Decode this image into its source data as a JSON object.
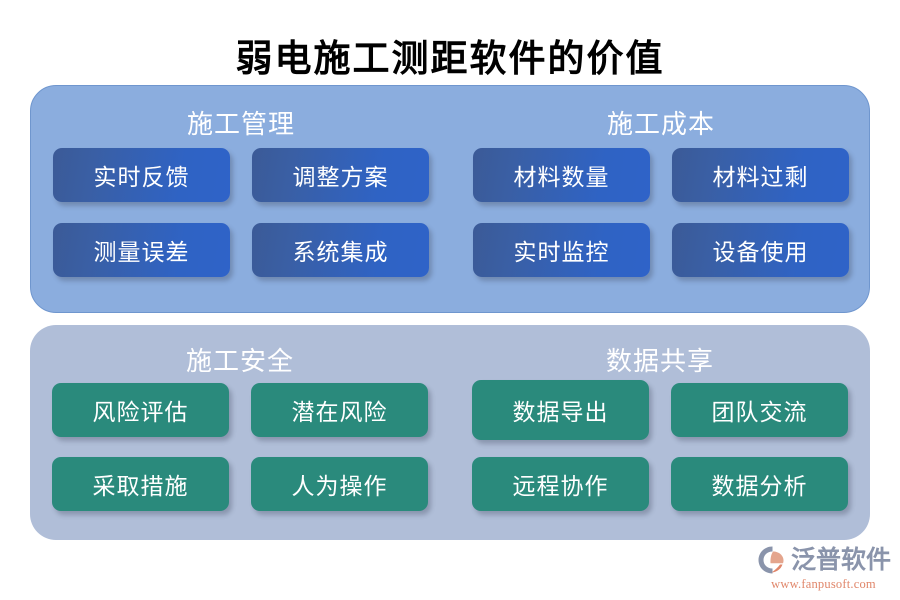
{
  "page": {
    "title": "弱电施工测距软件的价值",
    "background_color": "#ffffff"
  },
  "colors": {
    "panel_blue": "#8badde",
    "panel_blue_border": "#6f96ce",
    "panel_gray": "#b0bed8",
    "item_blue_start": "#3b5a97",
    "item_blue_end": "#2f63c8",
    "item_green": "#2a8a7c",
    "title_text": "#000000",
    "group_title_text": "#ffffff",
    "item_text": "#ffffff",
    "logo_word": "#8a94ab",
    "logo_url": "#e0866a"
  },
  "panels": [
    {
      "name": "blue-panel",
      "style": "blue",
      "groups": [
        {
          "title": "施工管理",
          "items": [
            "实时反馈",
            "调整方案",
            "测量误差",
            "系统集成"
          ]
        },
        {
          "title": "施工成本",
          "items": [
            "材料数量",
            "材料过剩",
            "实时监控",
            "设备使用"
          ]
        }
      ]
    },
    {
      "name": "gray-panel",
      "style": "gray",
      "groups": [
        {
          "title": "施工安全",
          "items": [
            "风险评估",
            "潜在风险",
            "采取措施",
            "人为操作"
          ]
        },
        {
          "title": "数据共享",
          "items": [
            "数据导出",
            "团队交流",
            "远程协作",
            "数据分析"
          ]
        }
      ]
    }
  ],
  "logo": {
    "word": "泛普软件",
    "url": "www.fanpusoft.com"
  }
}
